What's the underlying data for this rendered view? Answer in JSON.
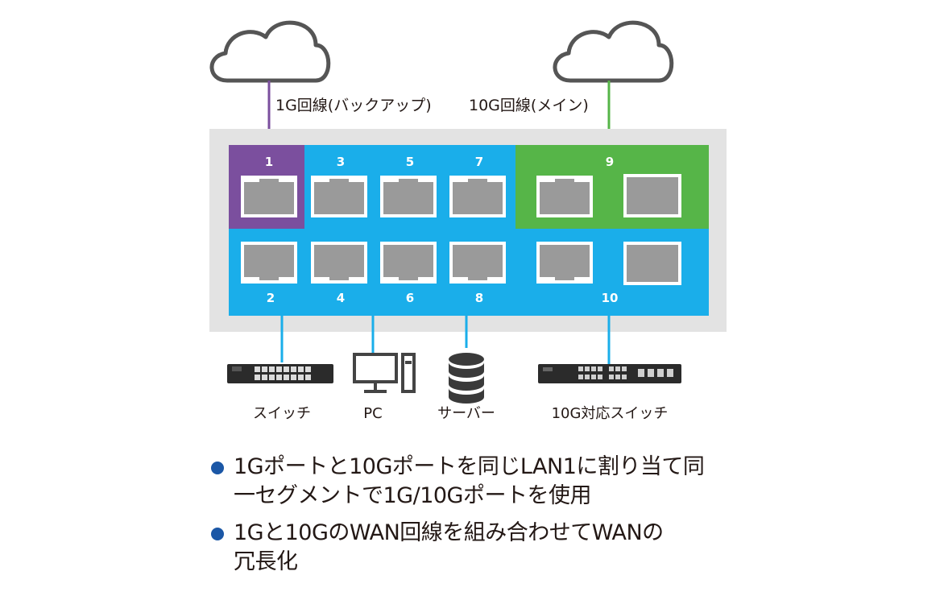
{
  "colors": {
    "purple": "#7b4f9e",
    "blue": "#1aaeea",
    "green": "#56b548",
    "chassis": "#e3e3e3",
    "bullet": "#1b57a6"
  },
  "uplinks": {
    "left": {
      "label": "1G回線(バックアップ)",
      "icon": "cloud-icon"
    },
    "right": {
      "label": "10G回線(メイン)",
      "icon": "cloud-icon"
    }
  },
  "ports": {
    "top": [
      "1",
      "3",
      "5",
      "7",
      "9"
    ],
    "bottom": [
      "2",
      "4",
      "6",
      "8",
      "10"
    ]
  },
  "devices": [
    {
      "label": "スイッチ",
      "icon": "switch-icon"
    },
    {
      "label": "PC",
      "icon": "pc-icon"
    },
    {
      "label": "サーバー",
      "icon": "server-icon"
    },
    {
      "label": "10G対応スイッチ",
      "icon": "10g-switch-icon"
    }
  ],
  "bullets": [
    {
      "line1": "1Gポートと10Gポートを同じLAN1に割り当て同",
      "line2": "一セグメントで1G/10Gポートを使用"
    },
    {
      "line1": "1Gと10GのWAN回線を組み合わせてWANの",
      "line2": "冗長化"
    }
  ]
}
